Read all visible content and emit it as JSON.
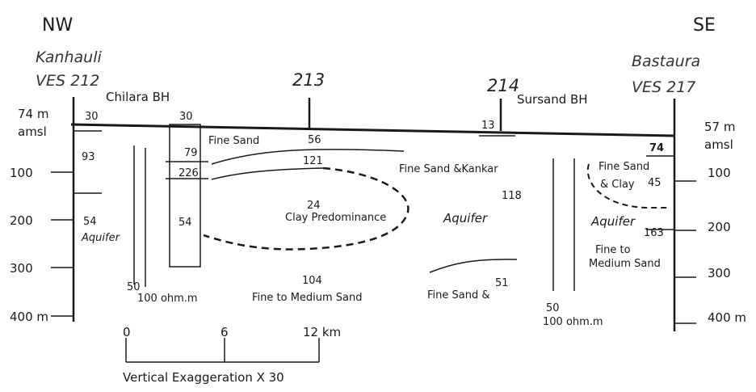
{
  "directions": {
    "left": "NW",
    "right": "SE"
  },
  "stations": {
    "kanhauli": {
      "name": "Kanhauli",
      "ves": "VES 212"
    },
    "chilara": {
      "name": "Chilara BH"
    },
    "s213": {
      "name": "213"
    },
    "s214": {
      "name": "214"
    },
    "sursand": {
      "name": "Sursand BH"
    },
    "bastaura": {
      "name": "Bastaura",
      "ves": "VES 217"
    }
  },
  "elevations": {
    "left": {
      "value": "74 m",
      "unit": "amsl"
    },
    "right": {
      "value": "57 m",
      "unit": "amsl"
    }
  },
  "depth_scale_left": [
    "100",
    "200",
    "300",
    "400 m"
  ],
  "depth_scale_right": [
    "100",
    "200",
    "300",
    "400 m"
  ],
  "resistivity_values": {
    "v212_top": "30",
    "v212_2": "93",
    "v212_3": "54",
    "chilara_top": "30",
    "chilara_2": "79",
    "chilara_3": "226",
    "chilara_4": "54",
    "v213_1": "56",
    "v213_2": "121",
    "v213_3": "24",
    "v213_4": "104",
    "v214_1": "13",
    "v214_2": "118",
    "v214_3": "51",
    "v217_1": "74",
    "v217_2": "45",
    "v217_3": "163"
  },
  "layer_labels": {
    "fine_sand": "Fine Sand",
    "fine_sand_kankar": "Fine Sand &Kankar",
    "clay_predominance": "Clay Predominance",
    "fine_to_medium_sand": "Fine to Medium Sand",
    "fine_sand_amp": "Fine Sand &",
    "fine_sand_clay_1": "Fine Sand",
    "fine_sand_clay_2": "& Clay",
    "fine_to_1": "Fine to",
    "fine_to_2": "Medium Sand"
  },
  "aquifer_labels": {
    "left": "Aquifer",
    "center": "Aquifer",
    "right": "Aquifer"
  },
  "ohm_markers": {
    "left": {
      "v50": "50",
      "v100": "100 ohm.m"
    },
    "right": {
      "v50": "50",
      "v100": "100 ohm.m"
    }
  },
  "horizontal_scale": {
    "ticks": [
      "0",
      "6",
      "12 km"
    ]
  },
  "exaggeration_note": "Vertical Exaggeration X 30"
}
